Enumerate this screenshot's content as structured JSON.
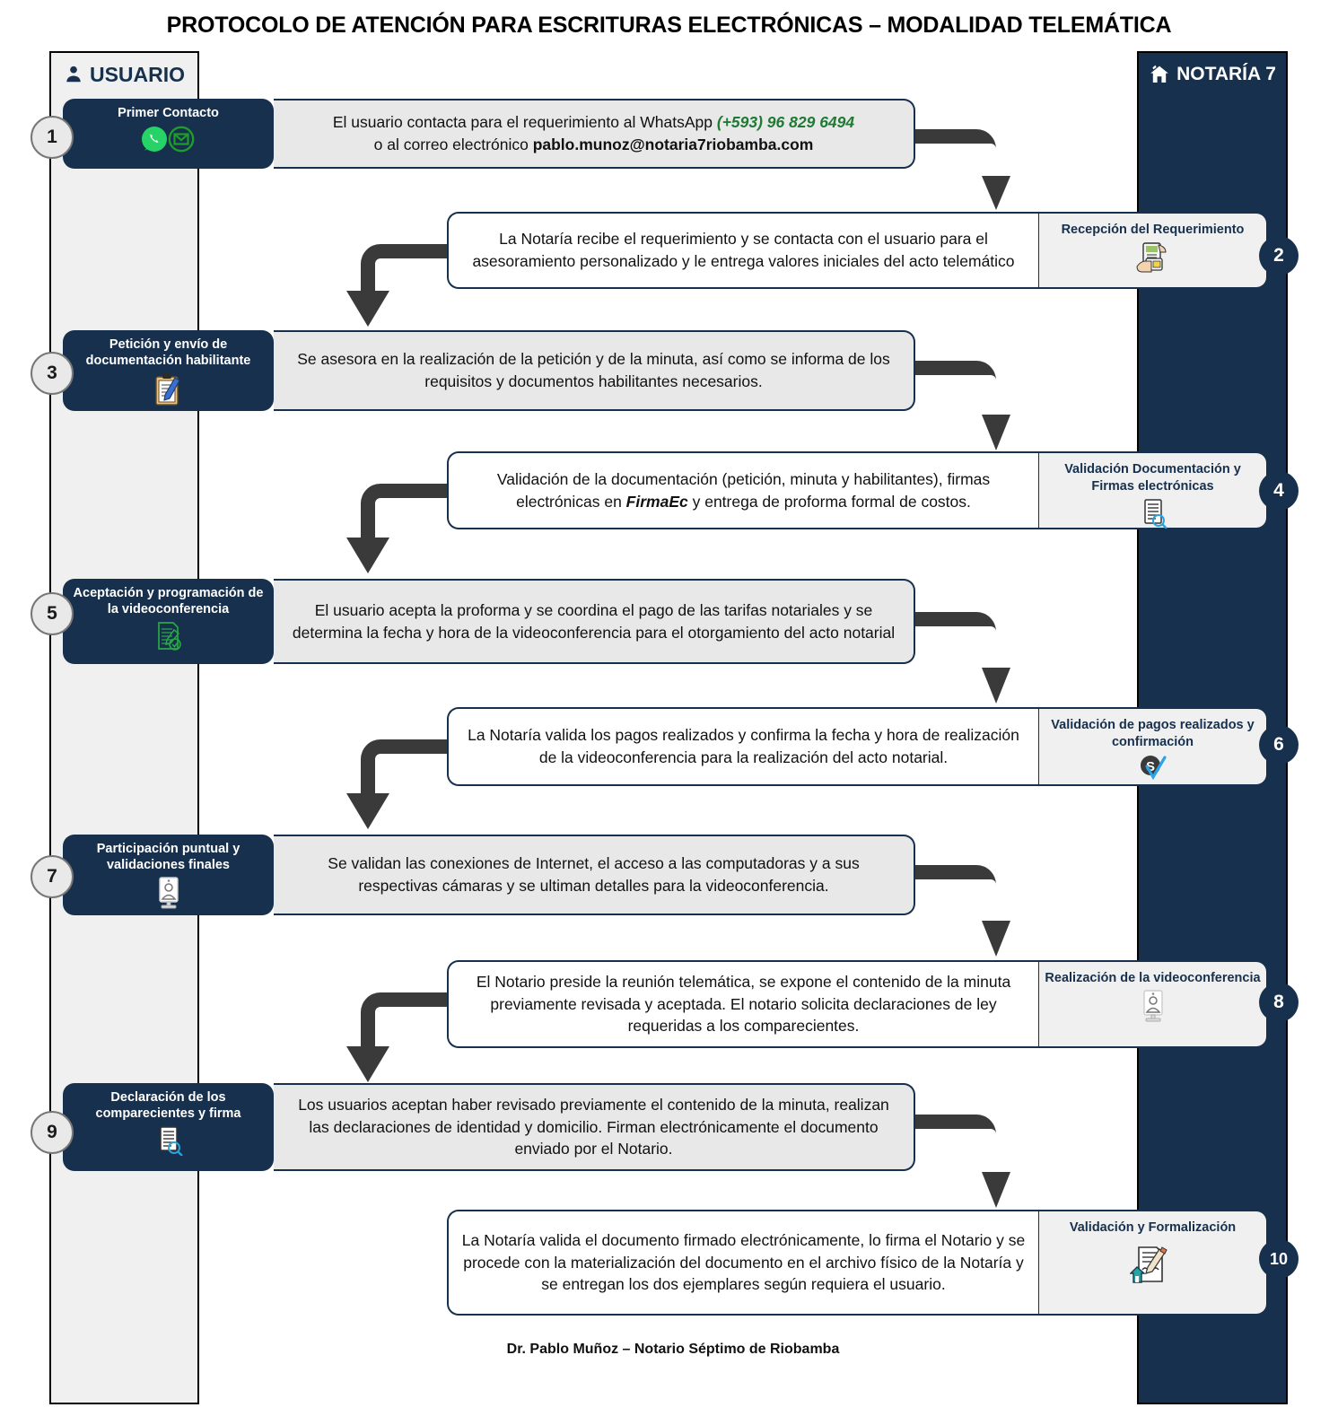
{
  "title": "PROTOCOLO DE ATENCIÓN PARA ESCRITURAS ELECTRÓNICAS – MODALIDAD TELEMÁTICA",
  "lanes": {
    "user": {
      "label": "USUARIO",
      "icon": "person-icon",
      "color": "#16304d",
      "background": "#f0f0f0"
    },
    "notaria": {
      "label": "NOTARÍA 7",
      "icon": "house-icon",
      "color": "#ffffff",
      "background": "#16304d"
    }
  },
  "colors": {
    "navy": "#16304d",
    "light_gray": "#f0f0f0",
    "body_gray": "#e8e8e8",
    "arrow_gray": "#3a3a3a",
    "green_accent": "#1f7a33"
  },
  "footer": "Dr. Pablo Muñoz – Notario Séptimo de Riobamba",
  "steps": [
    {
      "number": "1",
      "side": "user",
      "label": "Primer Contacto",
      "icons": [
        "whatsapp-icon",
        "email-icon"
      ],
      "body_pre": "El usuario contacta para el requerimiento al WhatsApp ",
      "body_accent": "(+593) 96 829 6494",
      "body_mid": "o al correo electrónico ",
      "body_bold": "pablo.munoz@notaria7riobamba.com"
    },
    {
      "number": "2",
      "side": "notaria",
      "label": "Recepción del Requerimiento",
      "icons": [
        "document-hand-icon"
      ],
      "body": "La Notaría recibe el requerimiento y se contacta con el usuario para el asesoramiento personalizado y le entrega valores iniciales del acto telemático"
    },
    {
      "number": "3",
      "side": "user",
      "label": "Petición y envío de documentación habilitante",
      "icons": [
        "clipboard-pencil-icon"
      ],
      "body": "Se asesora en la realización de la petición y de la minuta, así como se informa de los requisitos y documentos habilitantes necesarios."
    },
    {
      "number": "4",
      "side": "notaria",
      "label": "Validación Documentación y Firmas electrónicas",
      "icons": [
        "document-magnifier-icon"
      ],
      "body_pre": "Validación de la documentación (petición, minuta y habilitantes), firmas electrónicas en ",
      "body_bold": "FirmaEc",
      "body_post": " y entrega de proforma formal de costos."
    },
    {
      "number": "5",
      "side": "user",
      "label": "Aceptación y programación de la videoconferencia",
      "icons": [
        "document-check-icon"
      ],
      "body": "El usuario acepta la proforma y se coordina el pago de las tarifas notariales y se determina la fecha y hora de la videoconferencia para el otorgamiento del acto notarial"
    },
    {
      "number": "6",
      "side": "notaria",
      "label": "Validación de pagos realizados y confirmación",
      "icons": [
        "dollar-check-icon"
      ],
      "body": "La Notaría valida los pagos realizados y confirma la fecha y hora de realización de la videoconferencia para la realización del acto notarial."
    },
    {
      "number": "7",
      "side": "user",
      "label": "Participación puntual y validaciones finales",
      "icons": [
        "videoconference-icon"
      ],
      "body": "Se validan las conexiones de Internet, el acceso a las computadoras y a sus respectivas cámaras y se ultiman detalles para la videoconferencia."
    },
    {
      "number": "8",
      "side": "notaria",
      "label": "Realización de la videoconferencia",
      "icons": [
        "videoconference-icon"
      ],
      "body": "El Notario preside la reunión telemática, se expone el contenido de la minuta previamente revisada y aceptada. El notario solicita declaraciones de ley requeridas a los comparecientes."
    },
    {
      "number": "9",
      "side": "user",
      "label": "Declaración de los comparecientes y firma",
      "icons": [
        "document-signature-icon"
      ],
      "body": "Los usuarios aceptan haber revisado previamente el contenido de la minuta, realizan las declaraciones de identidad y domicilio. Firman electrónicamente el documento enviado por el Notario."
    },
    {
      "number": "10",
      "side": "notaria",
      "label": "Validación y Formalización",
      "icons": [
        "house-document-pen-icon"
      ],
      "body": "La Notaría valida el documento firmado electrónicamente, lo firma el Notario y se procede con la materialización del documento en el archivo físico de la Notaría y se entregan los dos ejemplares según requiera el usuario."
    }
  ]
}
